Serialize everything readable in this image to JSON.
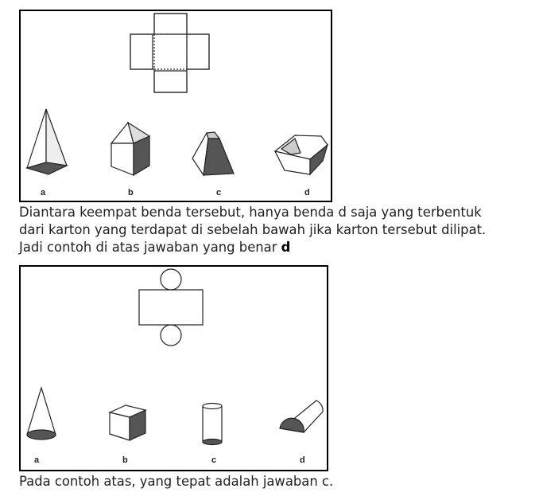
{
  "figure1": {
    "labels": [
      "a",
      "b",
      "c",
      "d"
    ]
  },
  "paragraph1": {
    "line1": "Diantara keempat benda tersebut, hanya benda d saja yang terbentuk",
    "line2": "dari karton yang terdapat di sebelah bawah jika karton tersebut dilipat.",
    "line3_prefix": "Jadi contoh di atas jawaban yang benar ",
    "line3_answer": "d"
  },
  "figure2": {
    "labels": [
      "a",
      "b",
      "c",
      "d"
    ]
  },
  "paragraph2": {
    "line1": "Pada contoh atas, yang tepat adalah jawaban c."
  }
}
